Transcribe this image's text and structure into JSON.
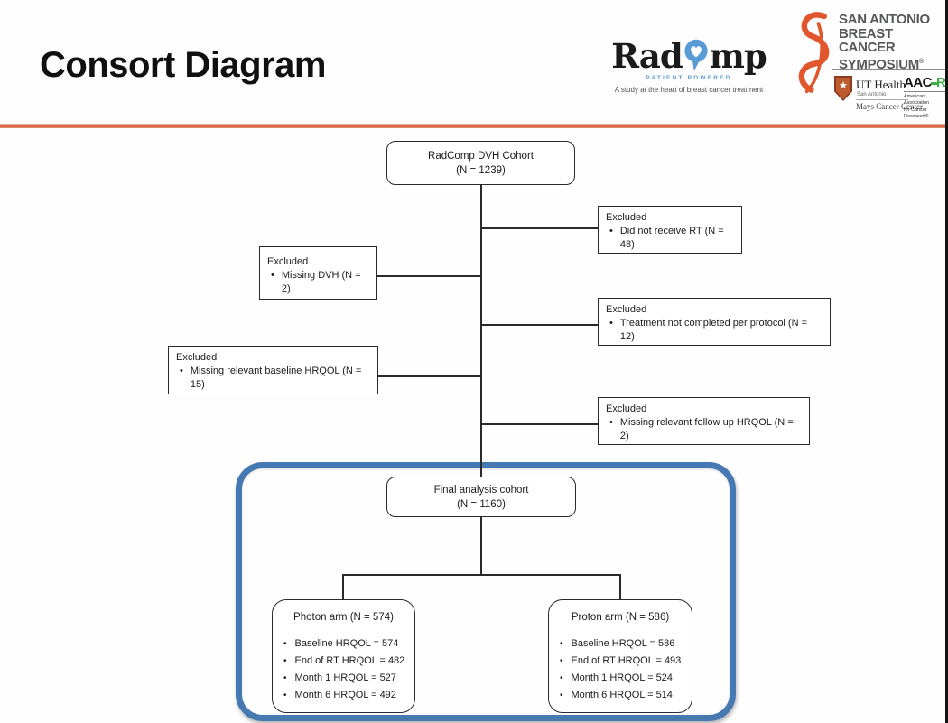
{
  "slide": {
    "title": "Consort Diagram"
  },
  "logos": {
    "radcomp": {
      "word_pre": "Rad",
      "word_post": "mp",
      "powered": "PATIENT POWERED",
      "tagline": "A study at the heart of breast cancer treatment"
    },
    "sabcs": {
      "line1": "SAN ANTONIO",
      "line2": "BREAST CANCER",
      "line3": "SYMPOSIUM",
      "reg": "®"
    },
    "uthealth": {
      "name": "UT Health",
      "sub": "San Antonio",
      "sub2": "Mays Cancer Center",
      "star": "★"
    },
    "aacr": {
      "word_pre": "AAC",
      "word_r": "R",
      "sub1": "American Association",
      "sub2": "for Cancer Research®"
    }
  },
  "flowchart": {
    "top_box": {
      "line1": "RadComp DVH Cohort",
      "line2": "(N = 1239)"
    },
    "exclusions": [
      {
        "label": "Excluded",
        "bullet": "Did not receive RT (N = 48)"
      },
      {
        "label": "Excluded",
        "bullet": "Missing DVH (N = 2)"
      },
      {
        "label": "Excluded",
        "bullet": "Treatment not completed per protocol (N = 12)"
      },
      {
        "label": "Excluded",
        "bullet": "Missing relevant baseline HRQOL (N = 15)"
      },
      {
        "label": "Excluded",
        "bullet": "Missing relevant follow up HRQOL (N = 2)"
      }
    ],
    "final_box": {
      "line1": "Final analysis cohort",
      "line2": "(N = 1160)"
    },
    "arms": [
      {
        "title": "Photon arm (N = 574)",
        "bullets": [
          "Baseline HRQOL = 574",
          "End of RT HRQOL = 482",
          "Month 1 HRQOL = 527",
          "Month 6 HRQOL = 492"
        ]
      },
      {
        "title": "Proton arm (N = 586)",
        "bullets": [
          "Baseline HRQOL = 586",
          "End of RT HRQOL = 493",
          "Month 1 HRQOL = 524",
          "Month 6 HRQOL = 514"
        ]
      }
    ]
  },
  "colors": {
    "accent_orange": "#d8694a",
    "highlight_blue": "#4678b2",
    "radcomp_blue": "#5b9bd5",
    "aacr_green": "#3fae49",
    "ribbon_orange": "#e0572b"
  }
}
